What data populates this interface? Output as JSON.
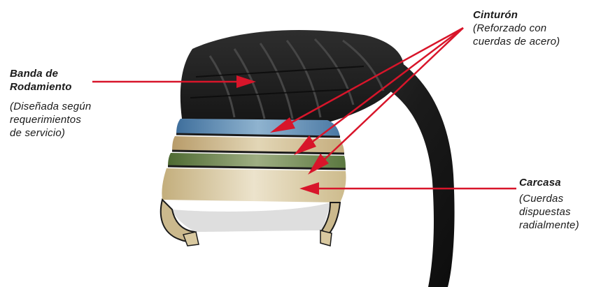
{
  "labels": {
    "banda": {
      "title_line1": "Banda de",
      "title_line2": "Rodamiento",
      "desc_line1": "(Diseñada según",
      "desc_line2": "requerimientos",
      "desc_line3": "de servicio)"
    },
    "cinturon": {
      "title": "Cinturón",
      "desc_line1": "(Reforzado con",
      "desc_line2": "cuerdas de acero)"
    },
    "carcasa": {
      "title": "Carcasa",
      "desc_line1": "(Cuerdas",
      "desc_line2": "dispuestas",
      "desc_line3": "radialmente)"
    }
  },
  "colors": {
    "arrow": "#d8152a",
    "tire_rubber": "#1b1b1b",
    "belt_blue": "#4f7ea8",
    "belt_tan": "#c9b48a",
    "belt_green": "#5f7a3f",
    "carcass_tan": "#d7c79a"
  }
}
